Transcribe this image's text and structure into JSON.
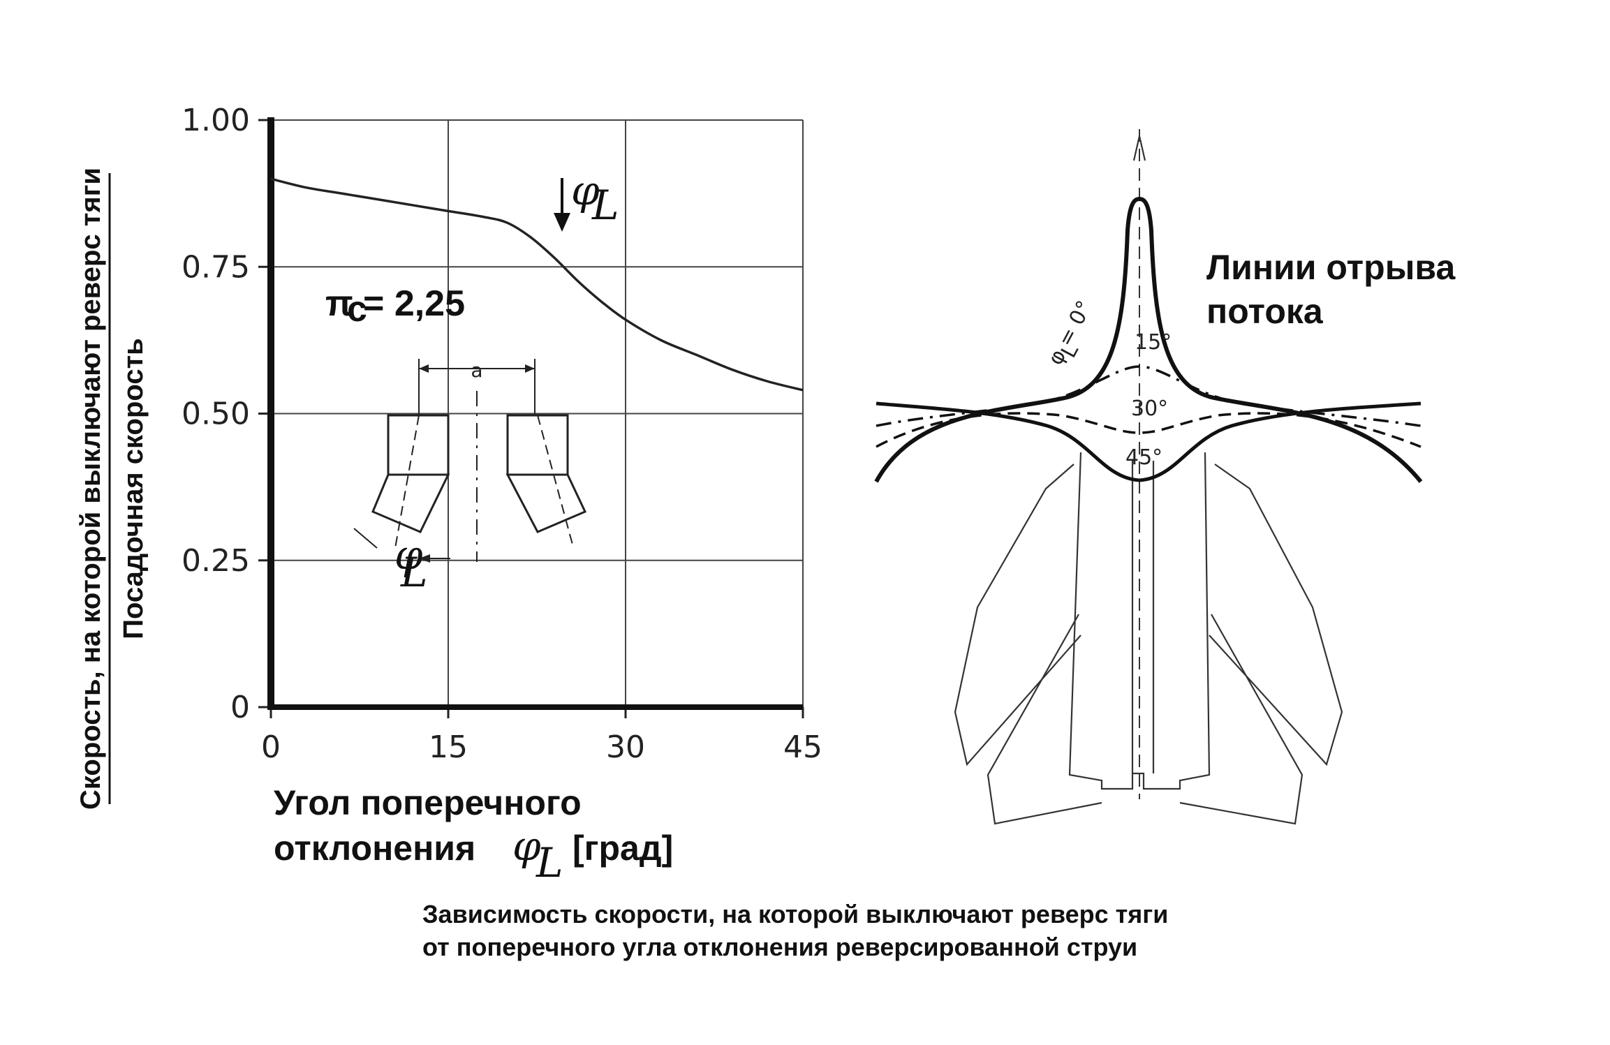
{
  "chart_data": {
    "type": "line",
    "ylabel_numerator": "Скорость, на которой выключают реверс тяги",
    "ylabel_denominator": "Посадочная скорость",
    "xlabel_line1": "Угол поперечного",
    "xlabel_line2": "отклонения",
    "xlabel_unit": "[град]",
    "xlabel_symbol": "φ",
    "xlabel_symbol_sub": "L",
    "xlim": [
      0,
      45
    ],
    "ylim": [
      0,
      1.0
    ],
    "x_ticks": [
      "0",
      "15",
      "30",
      "45"
    ],
    "y_ticks": [
      "0",
      "0.25",
      "0.50",
      "0.75",
      "1.00"
    ],
    "grid": true,
    "series": [
      {
        "x": [
          0,
          3,
          6,
          9,
          12,
          15,
          18,
          20,
          22,
          24,
          26,
          28,
          30,
          33,
          36,
          39,
          42,
          45
        ],
        "y": [
          0.9,
          0.885,
          0.875,
          0.865,
          0.855,
          0.845,
          0.835,
          0.825,
          0.8,
          0.765,
          0.725,
          0.69,
          0.66,
          0.625,
          0.6,
          0.575,
          0.555,
          0.54
        ]
      }
    ],
    "annotations": {
      "pi_label": "π",
      "pi_sub": "c",
      "pi_value": "= 2,25",
      "phi_arrow_label": "φ",
      "phi_arrow_sub": "L",
      "gap_label": "a",
      "nozzle_angle_label": "φ",
      "nozzle_angle_sub": "L"
    }
  },
  "separation_diagram": {
    "title_line1": "Линии отрыва",
    "title_line2": "потока",
    "curve_labels": [
      "φ",
      "L",
      "= 0°",
      "15°",
      "30°",
      "45°"
    ]
  },
  "caption": {
    "line1": "Зависимость скорости, на которой выключают реверс тяги",
    "line2": "от поперечного угла отклонения реверсированной струи"
  }
}
